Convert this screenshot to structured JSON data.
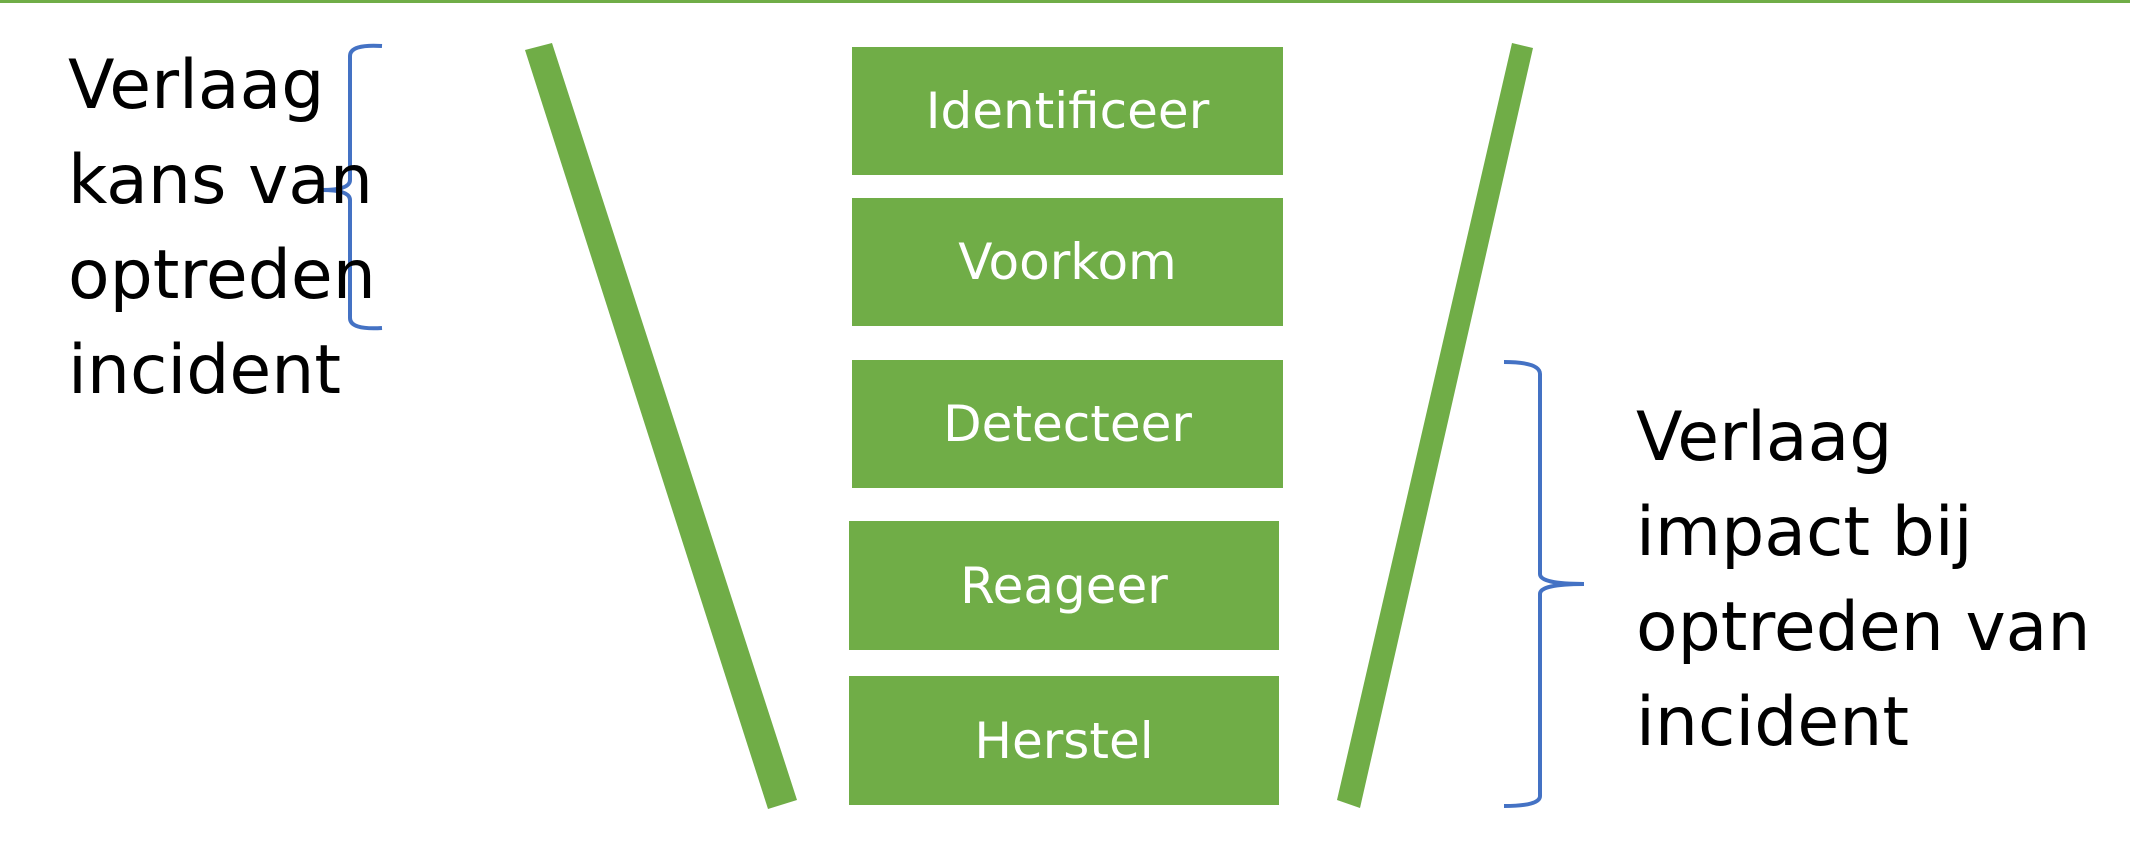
{
  "colors": {
    "accent_green": "#70ad47",
    "bracket_blue": "#4472c4",
    "box_text": "#ffffff",
    "side_text": "#000000"
  },
  "steps": [
    {
      "label": "Identificeer"
    },
    {
      "label": "Voorkom"
    },
    {
      "label": "Detecteer"
    },
    {
      "label": "Reageer"
    },
    {
      "label": "Herstel"
    }
  ],
  "left_annotation": {
    "lines": [
      "Verlaag",
      "kans van",
      "optreden",
      "incident"
    ]
  },
  "right_annotation": {
    "lines": [
      "Verlaag",
      "impact bij",
      "optreden van",
      "incident"
    ]
  },
  "icons": {
    "left_bracket": "curly-brace-icon",
    "right_bracket": "curly-brace-icon"
  }
}
